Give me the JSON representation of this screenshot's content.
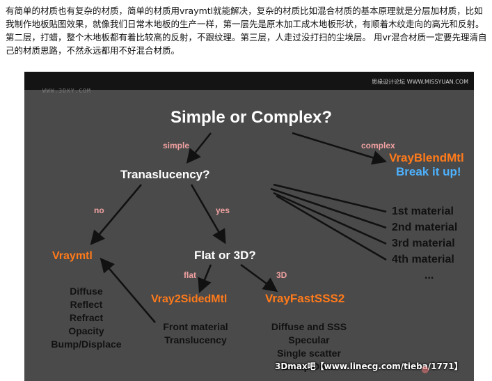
{
  "intro_text": "有简单的材质也有复杂的材质，简单的材质用vraymtl就能解决，复杂的材质比如混合材质的基本原理就是分层加材质，比如我制作地板贴图效果，就像我们日常木地板的生产一样，第一层先是原木加工成木地板形状，有顺着木纹走向的高光和反射。第二层，打蜡，整个木地板都有着比较高的反射，不跟纹理。第三层，人走过没打扫的尘埃层。 用vr混合材质一定要先理清自己的材质思路，不然永远都用不好混合材质。",
  "watermark_left": "WWW.3DXY.COM",
  "watermark_right": "思缘设计论坛  WWW.MISSYUAN.COM",
  "footer_watermark": "3Dmax吧【www.linecg.com/tieba/1771】",
  "diagram": {
    "title": "Simple or Complex?",
    "edge_simple": "simple",
    "edge_complex": "complex",
    "translucency_q": "Tranaslucency?",
    "edge_no": "no",
    "edge_yes": "yes",
    "vraymtl": "Vraymtl",
    "vraymtl_props": [
      "Diffuse",
      "Reflect",
      "Refract",
      "Opacity",
      "Bump/Displace"
    ],
    "flat_q": "Flat or 3D?",
    "edge_flat": "flat",
    "edge_3d": "3D",
    "two_sided": "Vray2SidedMtl",
    "two_sided_props": [
      "Front material",
      "Translucency"
    ],
    "fast_sss": "VrayFastSSS2",
    "fast_sss_props": [
      "Diffuse and SSS",
      "Specular",
      "Single scatter",
      "Bump/Dis..."
    ],
    "blend": "VrayBlendMtl",
    "blend_sub": "Break it up!",
    "materials": [
      "1st material",
      "2nd material",
      "3rd material",
      "4th material",
      "..."
    ]
  },
  "colors": {
    "slide_bg": "#4a4a4a",
    "orange": "#ff7a1a",
    "blue": "#4db2ff",
    "edge_label": "#f0a0a0"
  }
}
